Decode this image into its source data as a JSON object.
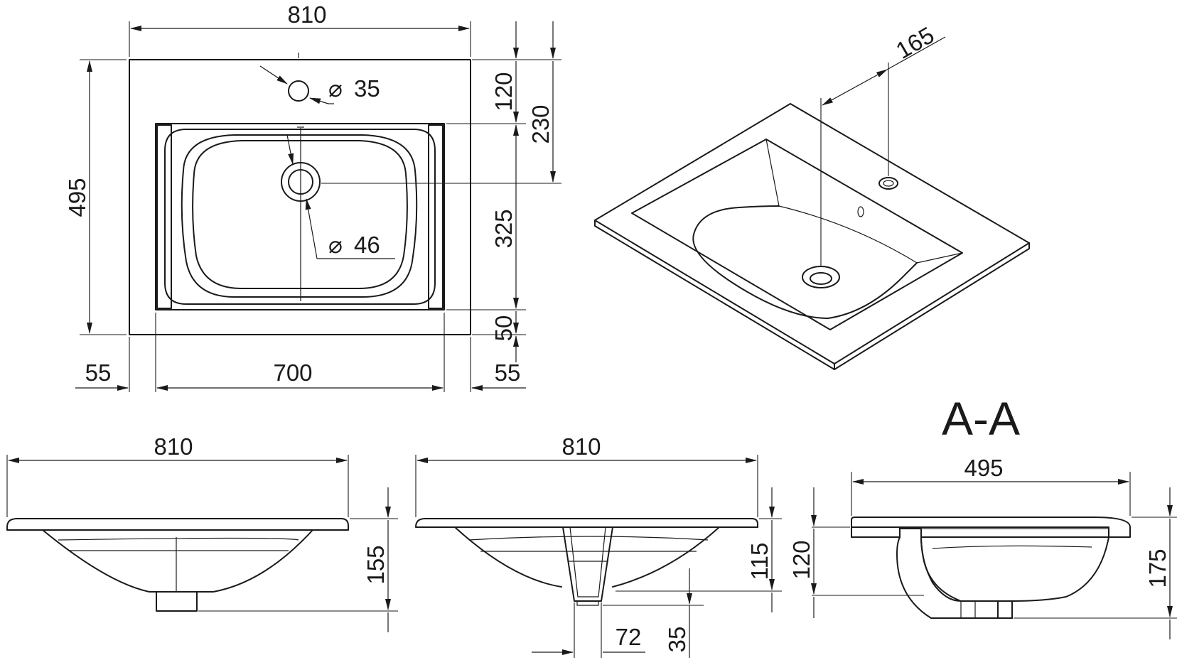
{
  "section_title": "A-A",
  "top_view": {
    "dims": {
      "overall_width": "810",
      "overall_depth": "495",
      "bowl_width": "700",
      "side_margin_left": "55",
      "side_margin_right": "55",
      "tap_hole_offset": "120",
      "drain_offset": "230",
      "bowl_depth": "325",
      "front_margin": "50"
    },
    "holes": {
      "tap_hole_diameter": "35",
      "drain_diameter": "46"
    },
    "diameter_symbol": "⌀"
  },
  "iso_view": {
    "dims": {
      "tap_hole_center": "165"
    }
  },
  "front_view": {
    "dims": {
      "width": "810",
      "height": "155"
    }
  },
  "side_view": {
    "dims": {
      "width": "810",
      "height": "115",
      "drain_width": "72",
      "drain_depth": "35"
    }
  },
  "section_view": {
    "dims": {
      "depth": "495",
      "bowl_height": "120",
      "total_height": "175"
    }
  },
  "colors": {
    "line": "#1a1a1a",
    "background": "#ffffff"
  }
}
